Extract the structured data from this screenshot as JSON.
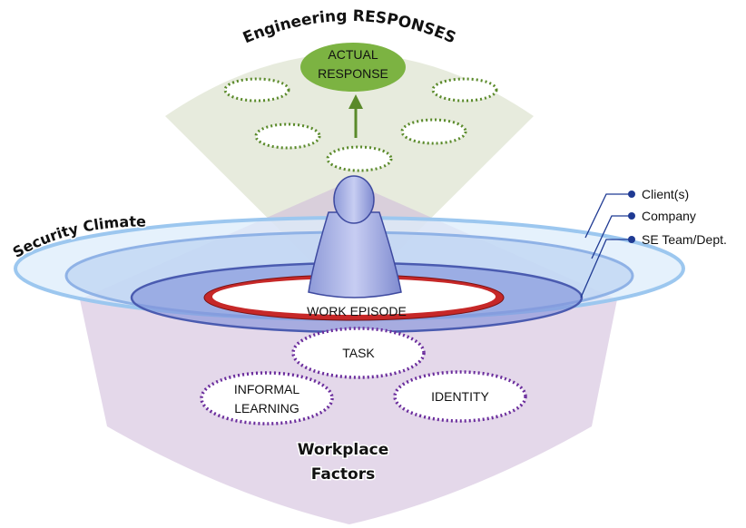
{
  "titles": {
    "engineering": "Engineering RESPONSES",
    "security": "Security Climate",
    "workplace_line1": "Workplace",
    "workplace_line2": "Factors"
  },
  "response": {
    "line1": "ACTUAL",
    "line2": "RESPONSE"
  },
  "episode": "WORK EPISODE",
  "factors": {
    "task": "TASK",
    "informal_line1": "INFORMAL",
    "informal_line2": "LEARNING",
    "identity": "IDENTITY"
  },
  "levels": {
    "clients": "Client(s)",
    "company": "Company",
    "team": "SE Team/Dept."
  },
  "colors": {
    "response_fill": "#7cb342",
    "dotted_green": "#5a8a2a",
    "dotted_purple": "#6a2c9c",
    "episode_ring": "#c62828",
    "connector": "#1f3a93"
  }
}
